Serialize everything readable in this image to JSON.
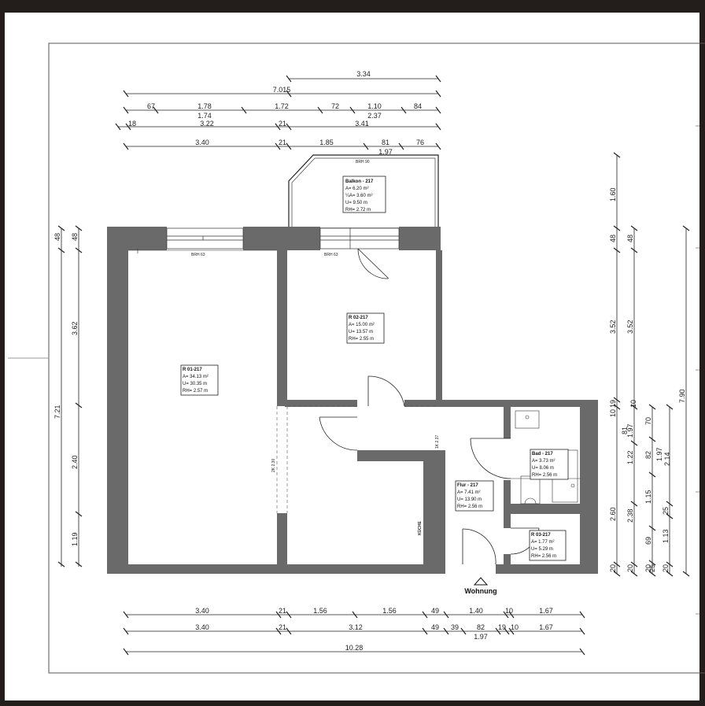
{
  "dimensions": {
    "top": {
      "row1": [
        "3.34"
      ],
      "row2": [
        "7.015"
      ],
      "row3": [
        "67",
        "1.78",
        "1.72",
        "72",
        "1.10",
        "84"
      ],
      "row3_sub": [
        "1.74",
        "2.37"
      ],
      "row4": [
        "18",
        "3.22",
        "21",
        "3.41"
      ],
      "row5": [
        "3.40",
        "21",
        "1.85",
        "81",
        "76"
      ],
      "row5_sub": [
        "1.97"
      ]
    },
    "bottom": {
      "row1": [
        "3.40",
        "21",
        "1.56",
        "1.56",
        "49",
        "1.40",
        "10",
        "1.67"
      ],
      "row2": [
        "3.40",
        "21",
        "3.12",
        "49",
        "39",
        "82",
        "19",
        "10",
        "1.67"
      ],
      "row2_sub": [
        "1.97"
      ],
      "row3": [
        "10.28"
      ]
    },
    "left": {
      "outer": [
        "48",
        "7.21"
      ],
      "inner": [
        "48",
        "3.62",
        "2.40",
        "1.19"
      ]
    },
    "right": {
      "col1": [
        "1.60",
        "48",
        "3.52",
        "19",
        "10",
        "2.60",
        "20"
      ],
      "col2": [
        "48",
        "3.52",
        "81",
        "1.97",
        "1.22",
        "2.38",
        "20"
      ],
      "col3": [
        "10",
        "70",
        "82",
        "1.15",
        "69",
        "20",
        "25"
      ],
      "col4": [
        "1.97",
        "2.14",
        "25",
        "1.13",
        "20"
      ],
      "col5": [
        "7.90"
      ]
    }
  },
  "rooms": {
    "balkon": {
      "name": "Balkon - 217",
      "lines": [
        "A=  6.20 m²",
        "¼A=  3.60 m²",
        "U=  9.50 m",
        "RH=  2.72 m"
      ]
    },
    "room1": {
      "name": "R 01-217",
      "lines": [
        "A=  34.13 m²",
        "U=  30.35 m",
        "RH=  2.57 m"
      ]
    },
    "room2": {
      "name": "R 02-217",
      "lines": [
        "A=  15.00 m²",
        "U=  13.57 m",
        "RH=  2.55 m"
      ]
    },
    "bad": {
      "name": "Bad - 217",
      "lines": [
        "A=  3.73 m²",
        "U=  8.06 m",
        "RH=  2.56 m"
      ]
    },
    "flur": {
      "name": "Flur - 217",
      "lines": [
        "A=  7.41 m²",
        "U=  13.90 m",
        "RH=  2.56 m"
      ]
    },
    "wc": {
      "name": "R 03-217",
      "lines": [
        "A=  1.77 m²",
        "U=  5.29 m",
        "RH=  2.56 m"
      ]
    }
  },
  "labels": {
    "brh_balkon": "BRH 90",
    "brh_room1": "BRH 63",
    "brh_room2": "BRH 63",
    "opening1": "2K 2.30",
    "opening2": "1K 2.37",
    "kitchen": "KÜCHE",
    "entrance": "Wohnung"
  },
  "colors": {
    "wall": "#6a6a6a",
    "frame_bar": "#231d1b",
    "line": "#222222"
  }
}
